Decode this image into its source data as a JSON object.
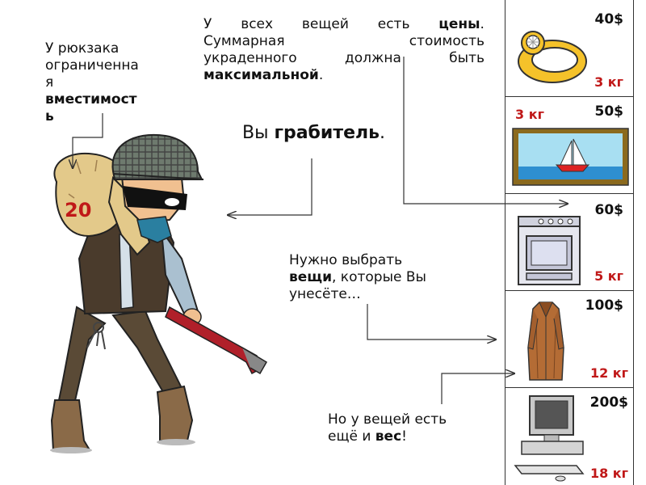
{
  "knapsack_note": {
    "line1": "У рюкзака",
    "line2": "ограниченна",
    "line3": "я",
    "line4": "вместимост",
    "line5": "ь"
  },
  "prices_note": {
    "line1_a": "У всех вещей есть ",
    "line1_b": "цены",
    "line1_c": ".",
    "line2": "Суммарная стоимость",
    "line3": "украденного должна быть",
    "line4_b": "максимальной",
    "line4_c": "."
  },
  "robber_note": {
    "a": "Вы ",
    "b": "грабитель",
    "c": "."
  },
  "choose_note": {
    "line1": "Нужно выбрать",
    "line2_b": "вещи",
    "line2_c": ", которые Вы",
    "line3": "унесёте…"
  },
  "weight_note": {
    "line1": "Но у вещей есть",
    "line2_a": "ещё и ",
    "line2_b": "вес",
    "line2_c": "!"
  },
  "bag_capacity": "20",
  "items": [
    {
      "icon": "ring-icon",
      "price": "40$",
      "weight": "3 кг"
    },
    {
      "icon": "painting-icon",
      "price": "50$",
      "weight": "3 кг"
    },
    {
      "icon": "stove-icon",
      "price": "60$",
      "weight": "5 кг"
    },
    {
      "icon": "coat-icon",
      "price": "100$",
      "weight": "12 кг"
    },
    {
      "icon": "computer-icon",
      "price": "200$",
      "weight": "18 кг"
    }
  ],
  "colors": {
    "weight_red": "#c01818",
    "sack": "#e3c98a",
    "crowbar": "#b0202a"
  }
}
